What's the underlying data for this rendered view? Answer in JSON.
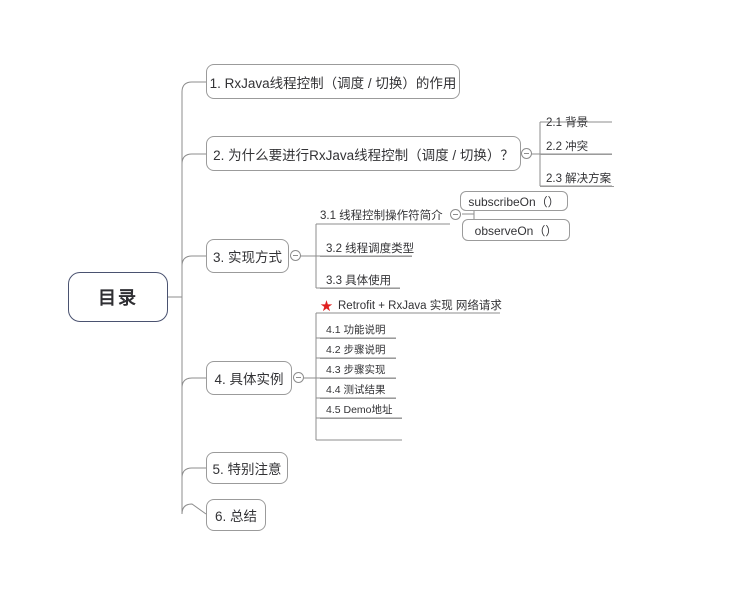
{
  "diagram": {
    "type": "mindmap",
    "title": "RxJava 线程控制 目录",
    "background_color": "#ffffff",
    "root_border_color": "#4a5270",
    "node_border_color": "#9b9b9b",
    "link_color": "#8d8d8d",
    "star_color": "#e02020",
    "root": {
      "label": "目录"
    },
    "branches": [
      {
        "id": "b1",
        "label": "1. RxJava线程控制（调度 / 切换）的作用",
        "has_toggle": false,
        "children": []
      },
      {
        "id": "b2",
        "label": "2. 为什么要进行RxJava线程控制（调度 / 切换）？",
        "has_toggle": true,
        "children": [
          {
            "label": "2.1 背景"
          },
          {
            "label": "2.2 冲突"
          },
          {
            "label": "2.3 解决方案"
          }
        ]
      },
      {
        "id": "b3",
        "label": "3. 实现方式",
        "has_toggle": true,
        "children": [
          {
            "label": "3.1 线程控制操作符简介",
            "has_toggle": true,
            "children": [
              {
                "label": "subscribeOn（）"
              },
              {
                "label": "observeOn（）"
              }
            ]
          },
          {
            "label": "3.2 线程调度类型"
          },
          {
            "label": "3.3 具体使用"
          }
        ]
      },
      {
        "id": "b4",
        "label": "4. 具体实例",
        "has_toggle": true,
        "children": [
          {
            "label": "Retrofit + RxJava 实现 网络请求",
            "starred": true,
            "star_glyph": "★"
          },
          {
            "label": "4.1 功能说明"
          },
          {
            "label": "4.2 步骤说明"
          },
          {
            "label": "4.3 步骤实现"
          },
          {
            "label": "4.4 测试结果"
          },
          {
            "label": "4.5 Demo地址"
          }
        ]
      },
      {
        "id": "b5",
        "label": "5. 特别注意",
        "has_toggle": false,
        "children": []
      },
      {
        "id": "b6",
        "label": "6. 总结",
        "has_toggle": false,
        "children": []
      }
    ]
  }
}
